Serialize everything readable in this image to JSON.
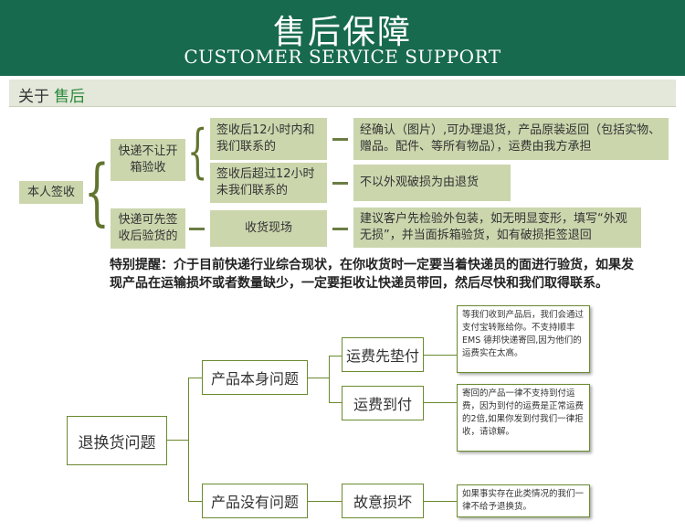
{
  "header": {
    "title": "售后保障",
    "subtitle": "CUSTOMER SERVICE SUPPORT"
  },
  "section": {
    "prefix": "关于",
    "highlight": "售后"
  },
  "tree": {
    "root": "本人签收",
    "branch_unpacked": "快递不让开箱验收",
    "branch_unpacked_sub1": "签收后12小时内和我们联系的",
    "branch_unpacked_sub1_result": "经确认（图片）,可办理退货，产品原装返回（包括实物、赠品。配件、等所有物品），运费由我方承担",
    "branch_unpacked_sub2": "签收后超过12小时未我们联系的",
    "branch_unpacked_sub2_result": "不以外观破损为由退货",
    "branch_inspect": "快递可先签收后验货的",
    "branch_inspect_sub": "收货现场",
    "branch_inspect_result": "建议客户先检验外包装，如无明显变形，填写“外观无损”，并当面拆箱验货，如有破损拒签退回"
  },
  "notice": "特别提醒：介于目前快递行业综合现状，在你收货时一定要当着快递员的面进行验货，如果发现产品在运输损坏或者数量缺少，一定要拒收让快递员带回，然后尽快和我们取得联系。",
  "flow": {
    "root": "退换货问题",
    "problem_product": "产品本身问题",
    "prepaid": "运费先垫付",
    "prepaid_note": "等我们收到产品后，我们会通过支付宝转账给你。不支持顺丰 EMS 德邦快递寄回,因为他们的运费实在太高。",
    "cod": "运费到付",
    "cod_note": "寄回的产品一律不支持到付运费，因为到付的运费是正常运费的2倍,如果你发到付我们一律拒收，请谅解。",
    "no_problem": "产品没有问题",
    "deliberate": "故意损坏",
    "deliberate_note": "如果事实存在此类情况的我们一律不给予退换货。"
  }
}
